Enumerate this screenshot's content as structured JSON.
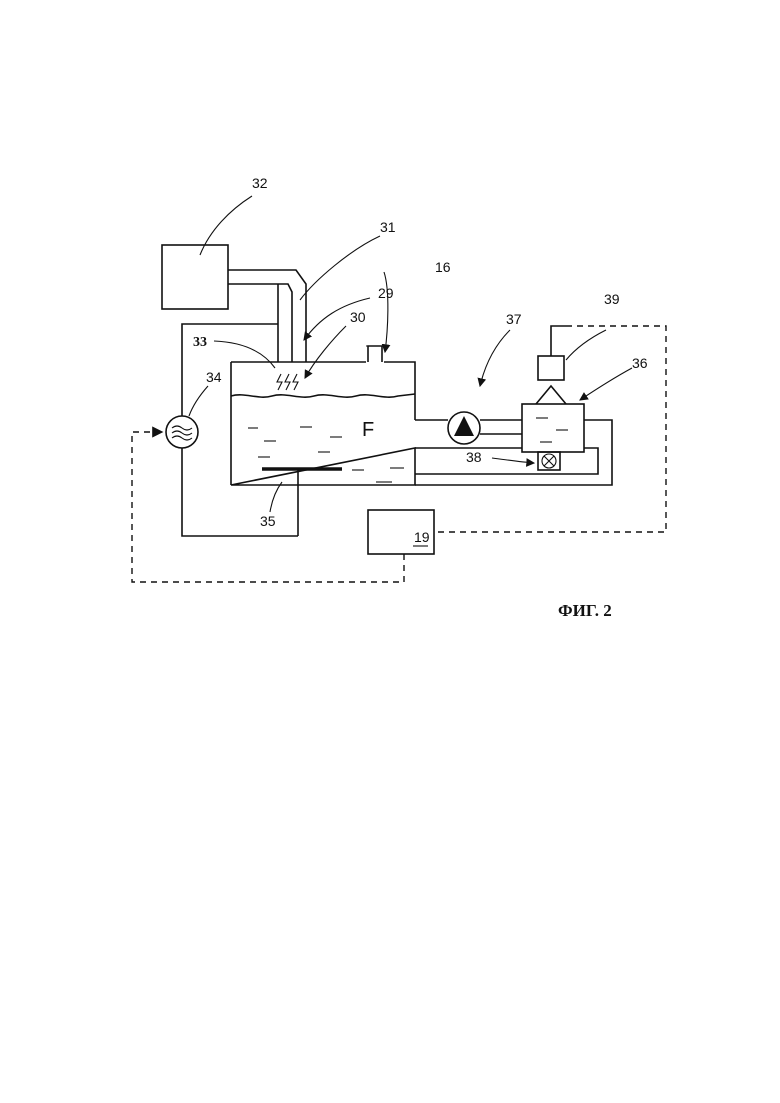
{
  "figure": {
    "caption": "ФИГ. 2",
    "fluid_label": "F",
    "labels": {
      "l16": "16",
      "l19": "19",
      "l29": "29",
      "l30": "30",
      "l31": "31",
      "l32": "32",
      "l33": "33",
      "l34": "34",
      "l35": "35",
      "l36": "36",
      "l37": "37",
      "l38": "38",
      "l39": "39"
    }
  }
}
